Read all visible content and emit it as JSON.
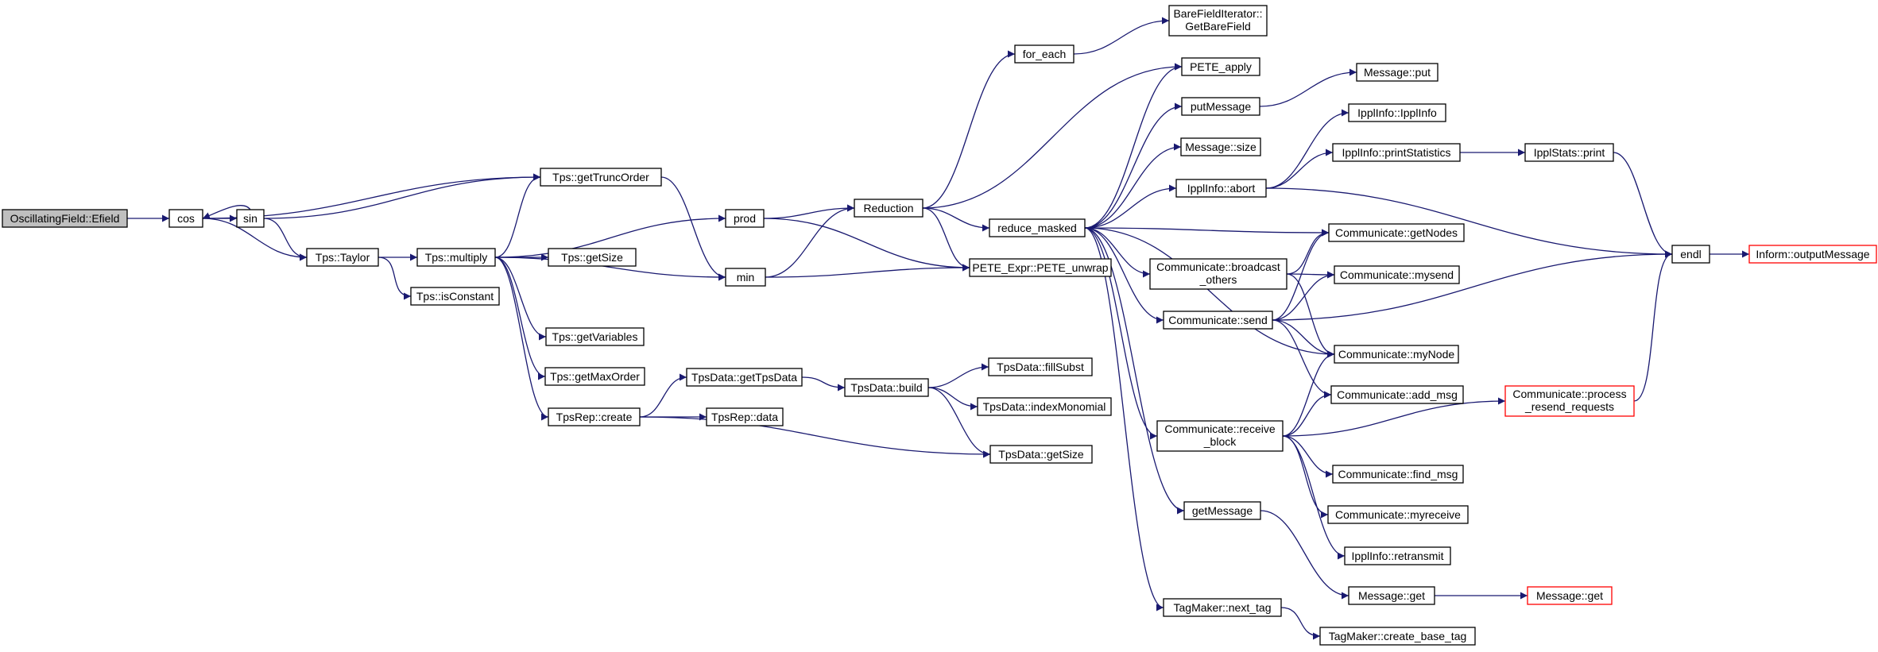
{
  "nodes": [
    {
      "id": "n_oscillating",
      "label": "OscillatingField::Efield",
      "style": "root"
    },
    {
      "id": "n_cos",
      "label": "cos"
    },
    {
      "id": "n_sin",
      "label": "sin"
    },
    {
      "id": "n_getTruncOrder",
      "label": "Tps::getTruncOrder"
    },
    {
      "id": "n_taylor",
      "label": "Tps::Taylor"
    },
    {
      "id": "n_multiply",
      "label": "Tps::multiply"
    },
    {
      "id": "n_isConstant",
      "label": "Tps::isConstant"
    },
    {
      "id": "n_getSize_tps",
      "label": "Tps::getSize"
    },
    {
      "id": "n_getVariables",
      "label": "Tps::getVariables"
    },
    {
      "id": "n_getMaxOrder",
      "label": "Tps::getMaxOrder"
    },
    {
      "id": "n_tpsrep_create",
      "label": "TpsRep::create"
    },
    {
      "id": "n_tpsdata_getTpsData",
      "label": "TpsData::getTpsData"
    },
    {
      "id": "n_tpsrep_data",
      "label": "TpsRep::data"
    },
    {
      "id": "n_tpsdata_build",
      "label": "TpsData::build"
    },
    {
      "id": "n_tpsdata_fillSubst",
      "label": "TpsData::fillSubst"
    },
    {
      "id": "n_tpsdata_indexMonomial",
      "label": "TpsData::indexMonomial"
    },
    {
      "id": "n_tpsdata_getSize",
      "label": "TpsData::getSize"
    },
    {
      "id": "n_prod",
      "label": "prod"
    },
    {
      "id": "n_min",
      "label": "min"
    },
    {
      "id": "n_reduction",
      "label": "Reduction"
    },
    {
      "id": "n_for_each",
      "label": "for_each"
    },
    {
      "id": "n_barefield",
      "label": "BareFieldIterator::\nGetBareField"
    },
    {
      "id": "n_pete_apply",
      "label": "PETE_apply"
    },
    {
      "id": "n_pete_unwrap",
      "label": "PETE_Expr::PETE_unwrap"
    },
    {
      "id": "n_reduce_masked",
      "label": "reduce_masked"
    },
    {
      "id": "n_putMessage",
      "label": "putMessage"
    },
    {
      "id": "n_message_put",
      "label": "Message::put"
    },
    {
      "id": "n_message_size",
      "label": "Message::size"
    },
    {
      "id": "n_ipplinfo_abort",
      "label": "IpplInfo::abort"
    },
    {
      "id": "n_ipplinfo_ipplinfo",
      "label": "IpplInfo::IpplInfo"
    },
    {
      "id": "n_ipplinfo_printStatistics",
      "label": "IpplInfo::printStatistics"
    },
    {
      "id": "n_ipplstats_print",
      "label": "IpplStats::print"
    },
    {
      "id": "n_endl",
      "label": "endl"
    },
    {
      "id": "n_inform_outputMessage",
      "label": "Inform::outputMessage",
      "style": "red"
    },
    {
      "id": "n_broadcast_others",
      "label": "Communicate::broadcast\n_others"
    },
    {
      "id": "n_comm_getNodes",
      "label": "Communicate::getNodes"
    },
    {
      "id": "n_comm_mysend",
      "label": "Communicate::mysend"
    },
    {
      "id": "n_comm_send",
      "label": "Communicate::send"
    },
    {
      "id": "n_comm_myNode",
      "label": "Communicate::myNode"
    },
    {
      "id": "n_comm_add_msg",
      "label": "Communicate::add_msg"
    },
    {
      "id": "n_comm_process_resend",
      "label": "Communicate::process\n_resend_requests",
      "style": "red"
    },
    {
      "id": "n_comm_receive_block",
      "label": "Communicate::receive\n_block"
    },
    {
      "id": "n_comm_find_msg",
      "label": "Communicate::find_msg"
    },
    {
      "id": "n_comm_myreceive",
      "label": "Communicate::myreceive"
    },
    {
      "id": "n_ipplinfo_retransmit",
      "label": "IpplInfo::retransmit"
    },
    {
      "id": "n_getMessage",
      "label": "getMessage"
    },
    {
      "id": "n_message_get",
      "label": "Message::get"
    },
    {
      "id": "n_message_get_red",
      "label": "Message::get",
      "style": "red"
    },
    {
      "id": "n_tagmaker_next",
      "label": "TagMaker::next_tag"
    },
    {
      "id": "n_tagmaker_create",
      "label": "TagMaker::create_base_tag"
    }
  ],
  "edges": [
    [
      "n_oscillating",
      "n_cos"
    ],
    [
      "n_cos",
      "n_sin"
    ],
    [
      "n_cos",
      "n_getTruncOrder"
    ],
    [
      "n_cos",
      "n_taylor"
    ],
    [
      "n_sin",
      "n_cos"
    ],
    [
      "n_sin",
      "n_getTruncOrder"
    ],
    [
      "n_sin",
      "n_taylor"
    ],
    [
      "n_taylor",
      "n_multiply"
    ],
    [
      "n_taylor",
      "n_isConstant"
    ],
    [
      "n_multiply",
      "n_getTruncOrder"
    ],
    [
      "n_multiply",
      "n_prod"
    ],
    [
      "n_multiply",
      "n_getSize_tps"
    ],
    [
      "n_multiply",
      "n_min"
    ],
    [
      "n_multiply",
      "n_getVariables"
    ],
    [
      "n_multiply",
      "n_getMaxOrder"
    ],
    [
      "n_multiply",
      "n_tpsrep_create"
    ],
    [
      "n_getTruncOrder",
      "n_min"
    ],
    [
      "n_tpsrep_create",
      "n_tpsdata_getTpsData"
    ],
    [
      "n_tpsrep_create",
      "n_tpsrep_data"
    ],
    [
      "n_tpsrep_create",
      "n_tpsdata_getSize"
    ],
    [
      "n_tpsdata_getTpsData",
      "n_tpsdata_build"
    ],
    [
      "n_tpsdata_build",
      "n_tpsdata_fillSubst"
    ],
    [
      "n_tpsdata_build",
      "n_tpsdata_indexMonomial"
    ],
    [
      "n_tpsdata_build",
      "n_tpsdata_getSize"
    ],
    [
      "n_prod",
      "n_reduction"
    ],
    [
      "n_prod",
      "n_pete_unwrap"
    ],
    [
      "n_min",
      "n_reduction"
    ],
    [
      "n_min",
      "n_pete_unwrap"
    ],
    [
      "n_reduction",
      "n_for_each"
    ],
    [
      "n_reduction",
      "n_pete_apply"
    ],
    [
      "n_reduction",
      "n_reduce_masked"
    ],
    [
      "n_reduction",
      "n_pete_unwrap"
    ],
    [
      "n_for_each",
      "n_barefield"
    ],
    [
      "n_reduce_masked",
      "n_pete_apply"
    ],
    [
      "n_reduce_masked",
      "n_putMessage"
    ],
    [
      "n_reduce_masked",
      "n_message_size"
    ],
    [
      "n_reduce_masked",
      "n_ipplinfo_abort"
    ],
    [
      "n_reduce_masked",
      "n_comm_getNodes"
    ],
    [
      "n_reduce_masked",
      "n_broadcast_others"
    ],
    [
      "n_reduce_masked",
      "n_comm_send"
    ],
    [
      "n_reduce_masked",
      "n_comm_myNode"
    ],
    [
      "n_reduce_masked",
      "n_comm_receive_block"
    ],
    [
      "n_reduce_masked",
      "n_getMessage"
    ],
    [
      "n_reduce_masked",
      "n_tagmaker_next"
    ],
    [
      "n_putMessage",
      "n_message_put"
    ],
    [
      "n_ipplinfo_abort",
      "n_ipplinfo_ipplinfo"
    ],
    [
      "n_ipplinfo_abort",
      "n_ipplinfo_printStatistics"
    ],
    [
      "n_ipplinfo_abort",
      "n_endl"
    ],
    [
      "n_ipplinfo_printStatistics",
      "n_ipplstats_print"
    ],
    [
      "n_ipplstats_print",
      "n_endl"
    ],
    [
      "n_endl",
      "n_inform_outputMessage"
    ],
    [
      "n_broadcast_others",
      "n_comm_getNodes"
    ],
    [
      "n_broadcast_others",
      "n_comm_mysend"
    ],
    [
      "n_broadcast_others",
      "n_comm_myNode"
    ],
    [
      "n_comm_send",
      "n_comm_getNodes"
    ],
    [
      "n_comm_send",
      "n_comm_mysend"
    ],
    [
      "n_comm_send",
      "n_comm_myNode"
    ],
    [
      "n_comm_send",
      "n_comm_add_msg"
    ],
    [
      "n_comm_send",
      "n_endl"
    ],
    [
      "n_comm_receive_block",
      "n_comm_myNode"
    ],
    [
      "n_comm_receive_block",
      "n_comm_add_msg"
    ],
    [
      "n_comm_receive_block",
      "n_comm_process_resend"
    ],
    [
      "n_comm_receive_block",
      "n_comm_find_msg"
    ],
    [
      "n_comm_receive_block",
      "n_comm_myreceive"
    ],
    [
      "n_comm_receive_block",
      "n_ipplinfo_retransmit"
    ],
    [
      "n_comm_process_resend",
      "n_endl"
    ],
    [
      "n_getMessage",
      "n_message_get"
    ],
    [
      "n_message_get",
      "n_message_get_red"
    ],
    [
      "n_tagmaker_next",
      "n_tagmaker_create"
    ]
  ],
  "colors": {
    "edge": "#191970",
    "node_border": "#000000",
    "node_fill": "#ffffff",
    "root_fill": "#bfbfbf",
    "red_border": "#ff0000",
    "text": "#000000"
  }
}
